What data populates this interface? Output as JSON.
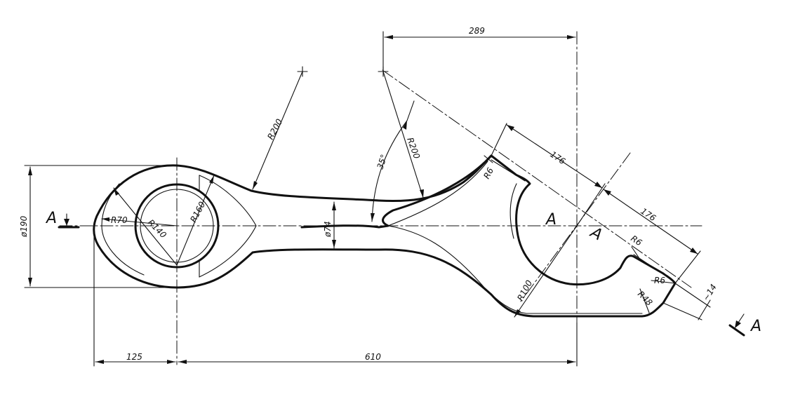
{
  "drawing": {
    "dimensions": {
      "dim_289": "289",
      "dim_176_upper": "176",
      "dim_176_lower": "176",
      "dim_125": "125",
      "dim_610": "610",
      "dim_approx_14": "~14",
      "dia_190": "ø190",
      "dia_74": "ø74"
    },
    "radii": {
      "r70": "R70",
      "r140": "R140",
      "r160": "R160",
      "r200_left": "R200",
      "r200_right": "R200",
      "r6_top": "R6",
      "r6_mid": "R6",
      "r6_bottom": "R6",
      "r100": "R100",
      "r48": "R48"
    },
    "angle": "35°",
    "section": {
      "left_a": "A",
      "center_a1": "A",
      "center_a2": "A",
      "right_a": "A"
    }
  }
}
